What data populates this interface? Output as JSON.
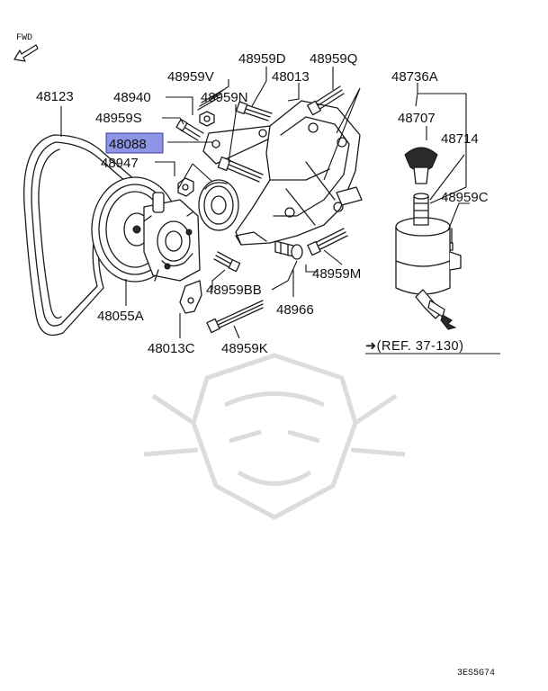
{
  "diagram": {
    "direction_label": "FWD",
    "highlighted_part": "48088",
    "reference_note": "➜(REF. 37-130)",
    "diagram_code": "3ES5G74",
    "part_labels": [
      "48123",
      "48940",
      "48959S",
      "48088",
      "48947",
      "48959V",
      "48959D",
      "48013",
      "48959Q",
      "48959N",
      "48736A",
      "48707",
      "48714",
      "48959C",
      "48959M",
      "48959BB",
      "48966",
      "48055A",
      "48013C",
      "48959K"
    ]
  }
}
